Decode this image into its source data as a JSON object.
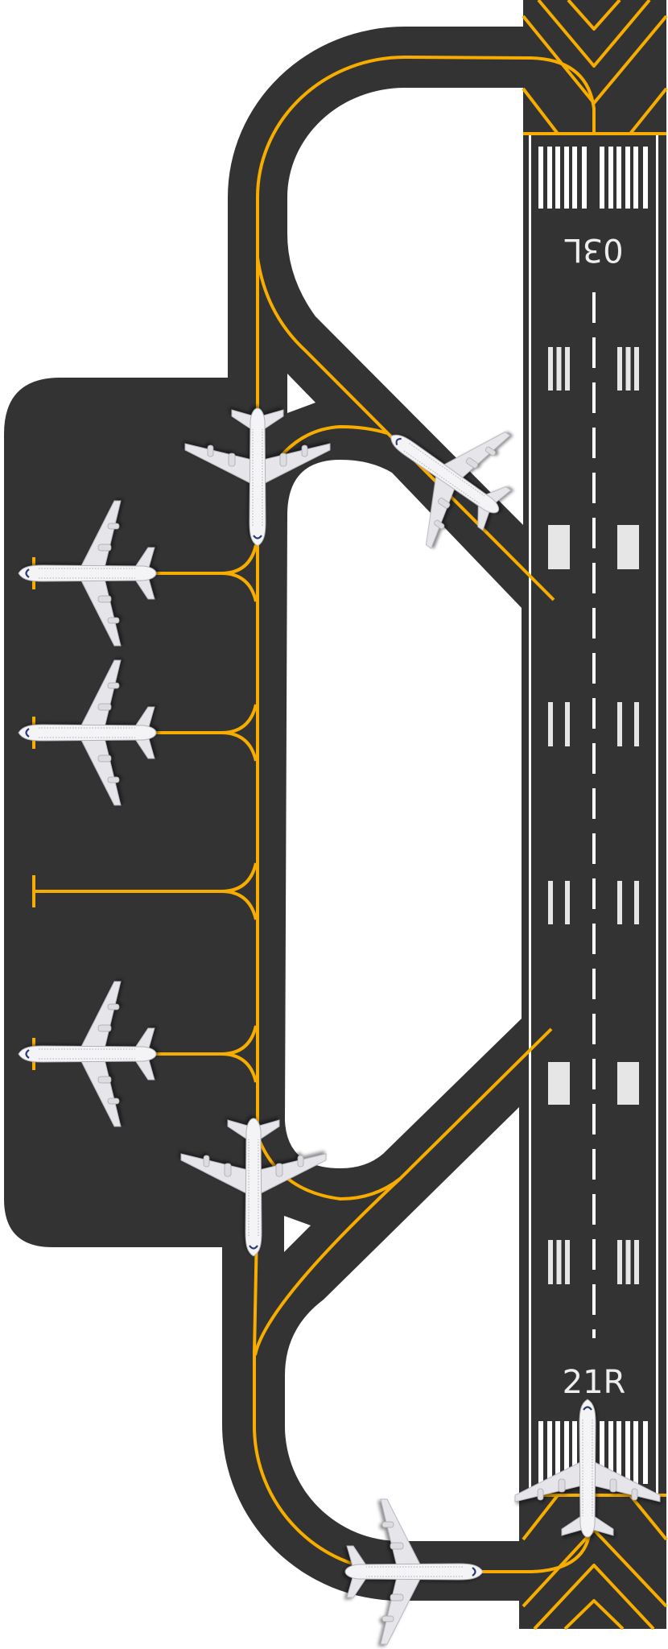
{
  "runway": {
    "north_designator": "03L",
    "south_designator": "21R"
  },
  "colors": {
    "asphalt": "#333333",
    "taxi_line": "#f7ad00",
    "runway_marking": "#ffffff",
    "background": "#ffffff",
    "aircraft_body": "#f2f2f4",
    "aircraft_accent": "#2a3a7a"
  },
  "aircraft": [
    {
      "id": "taxiway-north",
      "heading": "south"
    },
    {
      "id": "high-speed-exit-north",
      "heading": "northwest"
    },
    {
      "id": "stand-1",
      "heading": "west"
    },
    {
      "id": "stand-2",
      "heading": "west"
    },
    {
      "id": "stand-4",
      "heading": "west"
    },
    {
      "id": "taxiway-south",
      "heading": "south"
    },
    {
      "id": "runway-21R-threshold",
      "heading": "north"
    },
    {
      "id": "taxiway-south-hold",
      "heading": "east"
    }
  ],
  "stands": [
    {
      "id": "stand-1",
      "occupied": true
    },
    {
      "id": "stand-2",
      "occupied": true
    },
    {
      "id": "stand-3",
      "occupied": false
    },
    {
      "id": "stand-4",
      "occupied": true
    }
  ]
}
